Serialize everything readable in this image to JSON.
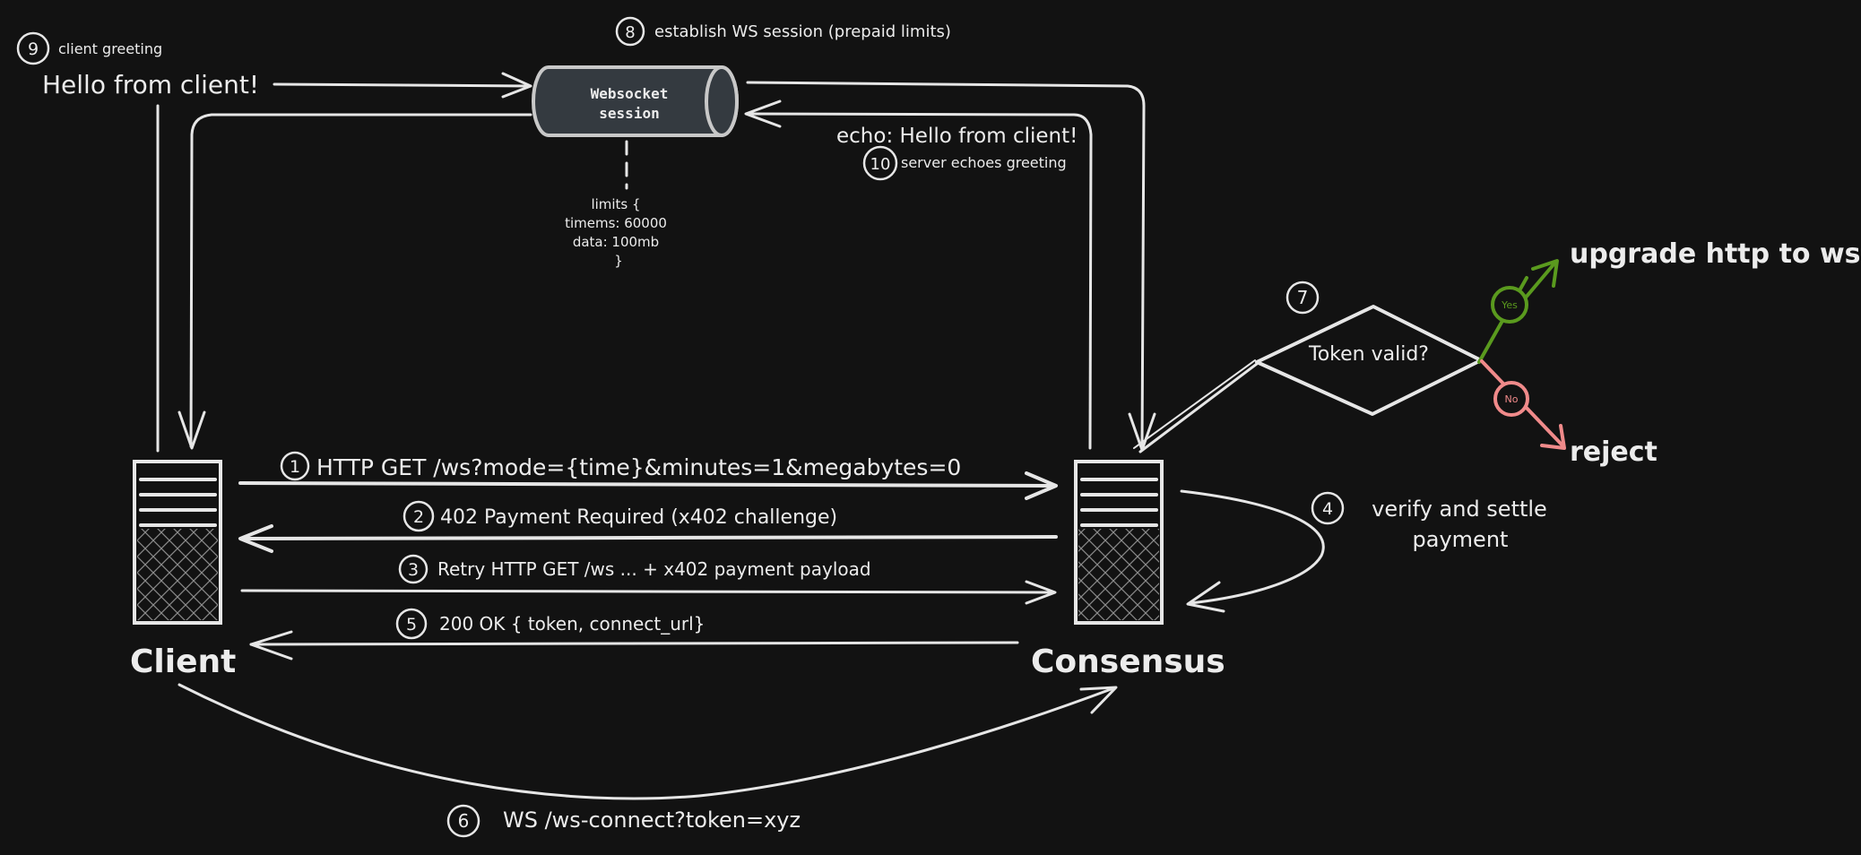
{
  "colors": {
    "background": "#121212",
    "stroke": "#e6e6e6",
    "text": "#ececec",
    "yes": "#5a9a1e",
    "no": "#f08a8a",
    "cylinder_fill": "#343a40"
  },
  "actors": {
    "client": "Client",
    "consensus": "Consensus"
  },
  "session": {
    "label_line1": "Websocket",
    "label_line2": "session",
    "limits": [
      "limits {",
      "timems: 60000",
      "data: 100mb",
      "}"
    ]
  },
  "steps": [
    {
      "num": "1",
      "label": "HTTP GET /ws?mode={time}&minutes=1&megabytes=0"
    },
    {
      "num": "2",
      "label": "402 Payment Required (x402 challenge)"
    },
    {
      "num": "3",
      "label": "Retry HTTP GET /ws ... + x402 payment payload"
    },
    {
      "num": "4",
      "label_line1": "verify and settle",
      "label_line2": "payment"
    },
    {
      "num": "5",
      "label": "200 OK { token, connect_url}"
    },
    {
      "num": "6",
      "label": "WS /ws-connect?token=xyz"
    },
    {
      "num": "7",
      "label": "Token valid?"
    },
    {
      "num": "8",
      "label": "establish WS session (prepaid limits)"
    },
    {
      "num": "9",
      "label": "client greeting"
    },
    {
      "num": "10",
      "label": "server echoes greeting"
    }
  ],
  "messages": {
    "hello": "Hello from client!",
    "echo": "echo: Hello from client!"
  },
  "decision": {
    "yes": "Yes",
    "no": "No",
    "yes_outcome": "upgrade http to ws",
    "no_outcome": "reject"
  }
}
